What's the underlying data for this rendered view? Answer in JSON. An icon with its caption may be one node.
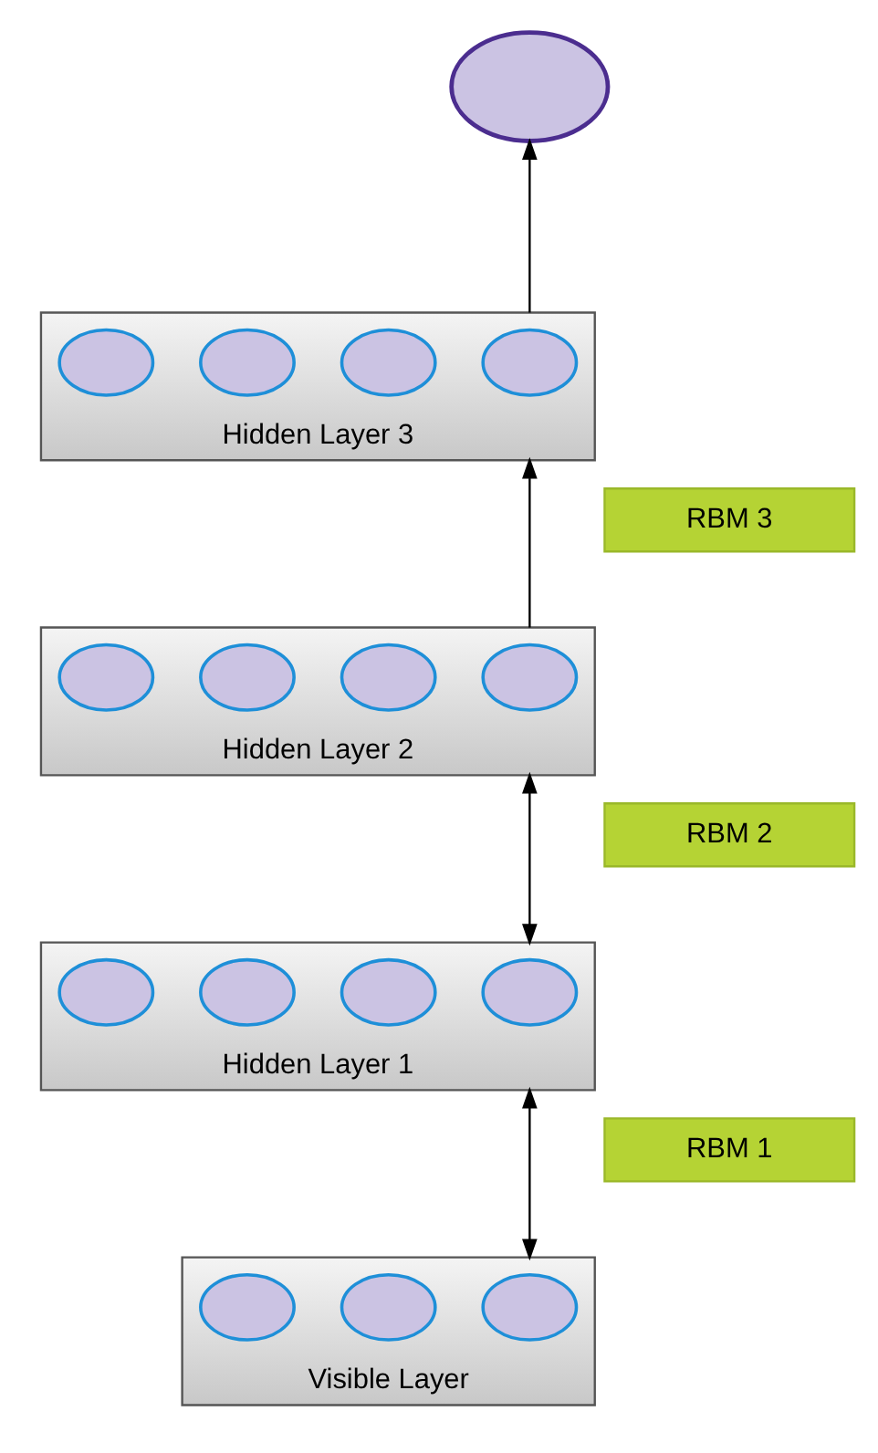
{
  "diagram": {
    "nodes": [
      {
        "text": [],
        "shape": "circle"
      },
      {
        "text": [
          "Hidden Layer 3"
        ]
      },
      {
        "text": [],
        "shape": "circle",
        "in": 1
      },
      {
        "text": [],
        "shape": "circle",
        "in": 1
      },
      {
        "text": [],
        "shape": "circle",
        "in": 1
      },
      {
        "text": [],
        "shape": "circle",
        "in": 1
      },
      {
        "text": [
          "RBM 3"
        ]
      },
      {
        "text": [
          "Hidden Layer 2"
        ]
      },
      {
        "text": [],
        "shape": "circle",
        "in": 7
      },
      {
        "text": [],
        "shape": "circle",
        "in": 7
      },
      {
        "text": [],
        "shape": "circle",
        "in": 7
      },
      {
        "text": [],
        "shape": "circle",
        "in": 7
      },
      {
        "text": [
          "RBM 2"
        ]
      },
      {
        "text": [
          "Hidden Layer 1"
        ]
      },
      {
        "text": [],
        "shape": "circle",
        "in": 13
      },
      {
        "text": [],
        "shape": "circle",
        "in": 13
      },
      {
        "text": [],
        "shape": "circle",
        "in": 13
      },
      {
        "text": [],
        "shape": "circle",
        "in": 13
      },
      {
        "text": [
          "RBM 1"
        ]
      },
      {
        "text": [
          "Visible Layer"
        ]
      },
      {
        "text": [],
        "shape": "circle",
        "in": 19
      },
      {
        "text": [],
        "shape": "circle",
        "in": 19
      },
      {
        "text": [],
        "shape": "circle",
        "in": 19
      }
    ],
    "edges": [
      {
        "from": 1,
        "to": 0,
        "arrow": "to"
      },
      {
        "from": 7,
        "to": 1,
        "arrow": "to"
      },
      {
        "from": 13,
        "to": 7,
        "arrow": "both"
      },
      {
        "from": 19,
        "to": 13,
        "arrow": "both"
      }
    ]
  }
}
